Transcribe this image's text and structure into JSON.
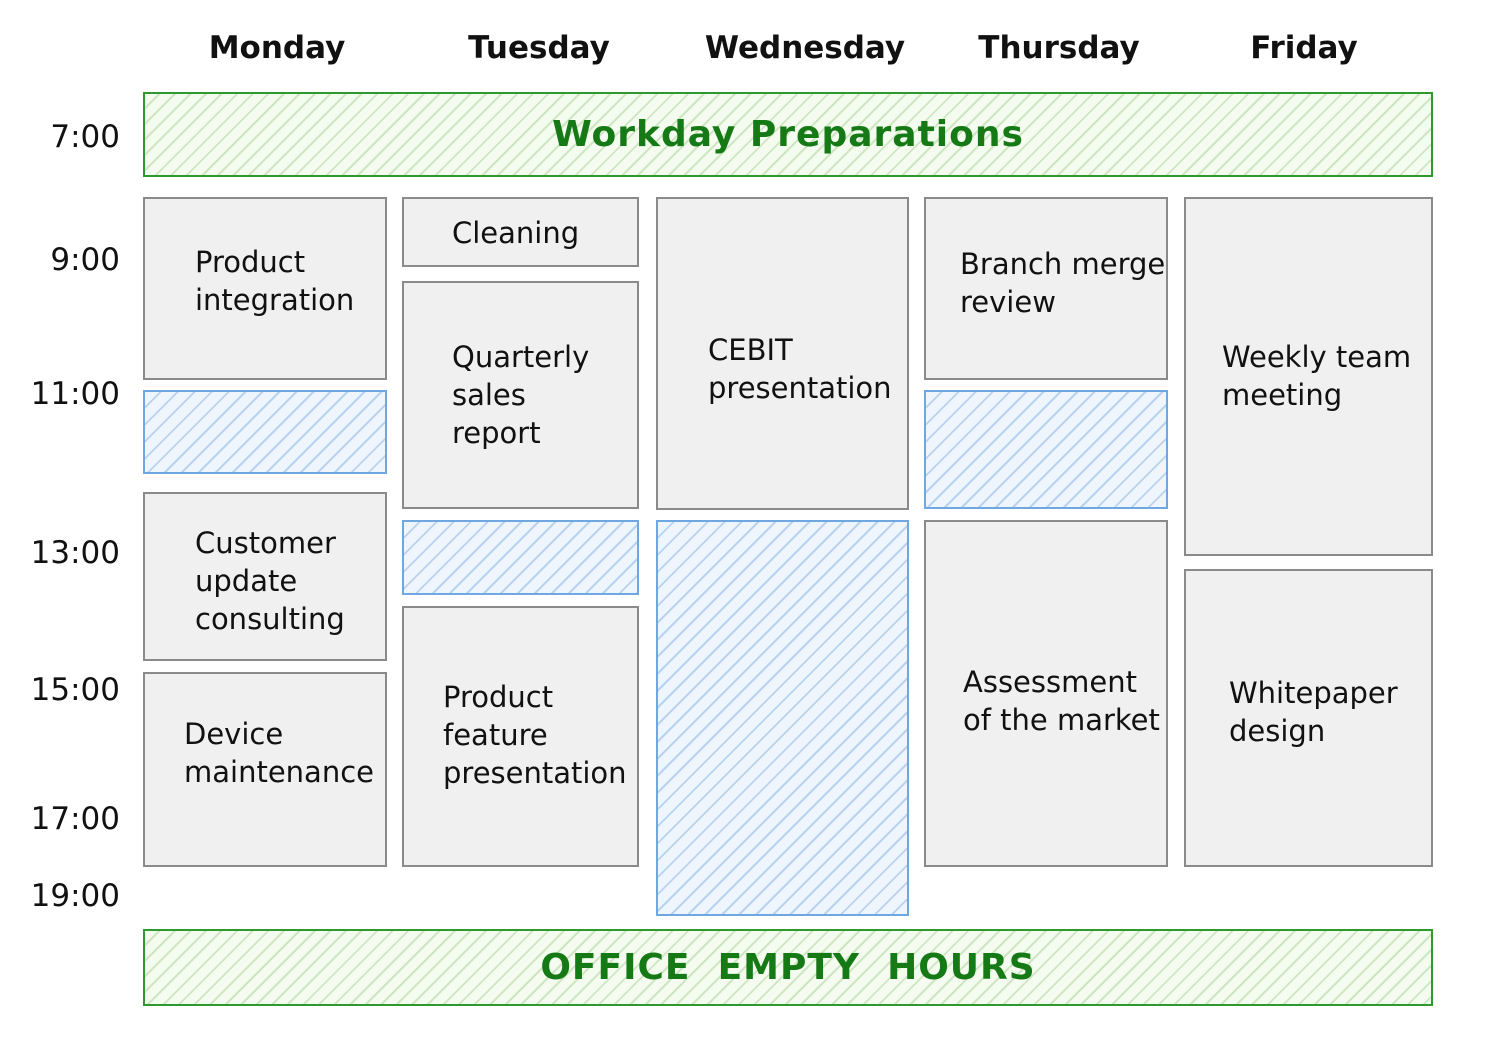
{
  "days": [
    "Monday",
    "Tuesday",
    "Wednesday",
    "Thursday",
    "Friday"
  ],
  "times": [
    "7:00",
    "9:00",
    "11:00",
    "13:00",
    "15:00",
    "17:00",
    "19:00"
  ],
  "top_band": "Workday Preparations",
  "bottom_band": "OFFICE  EMPTY  HOURS",
  "tasks": {
    "mon_1": "Product\nintegration",
    "mon_2": "Customer\nupdate\nconsulting",
    "mon_3": "Device\nmaintenance",
    "tue_1": "Cleaning",
    "tue_2": "Quarterly\nsales\nreport",
    "tue_3": "Product\nfeature\npresentation",
    "wed_1": "CEBIT\npresentation",
    "thu_1": "Branch merge\nreview",
    "thu_2": "Assessment\nof the market",
    "fri_1": "Weekly team\nmeeting",
    "fri_2": "Whitepaper\ndesign"
  },
  "colors": {
    "task_fill": "#f0f0f0",
    "task_border": "#8a8a8a",
    "free_border": "#6fa8e0",
    "band_border": "#2e9a2e",
    "band_text": "#157a15"
  }
}
